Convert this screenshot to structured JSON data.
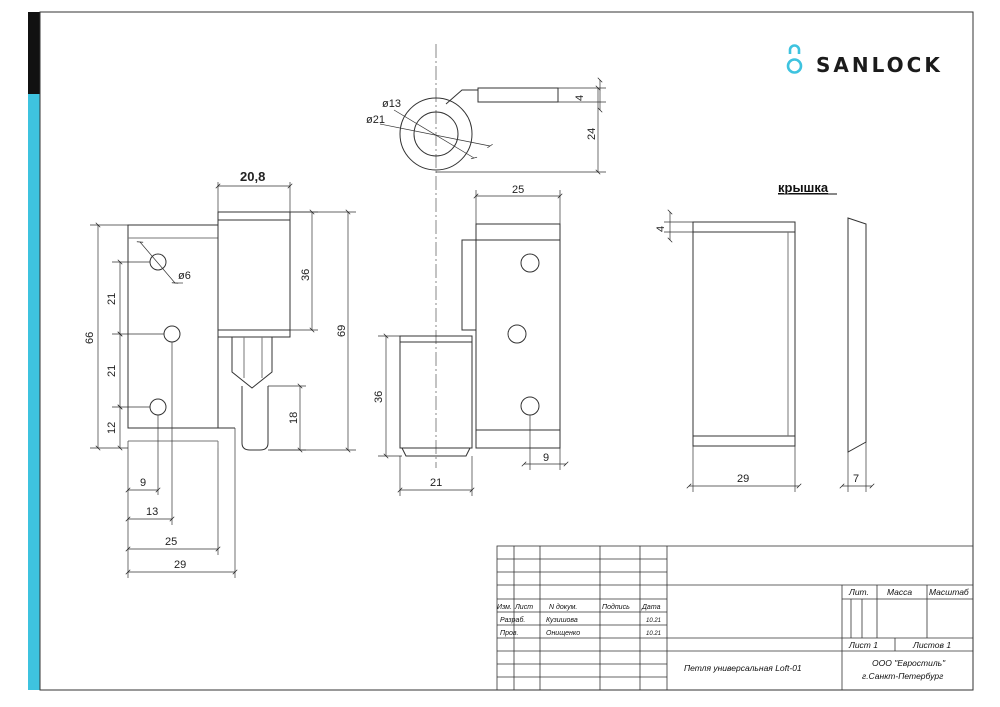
{
  "brand": {
    "name": "SANLOCK",
    "accent": "#3ec3df",
    "dark": "#111111"
  },
  "cover_title": "крышка",
  "dimensions": {
    "d20_8": "20,8",
    "d66": "66",
    "d21a": "21",
    "d21b": "21",
    "d12": "12",
    "d6": "ø6",
    "d9": "9",
    "d13": "13",
    "d25": "25",
    "d29": "29",
    "d36": "36",
    "d69": "69",
    "d18": "18",
    "d13top": "ø13",
    "d21top": "ø21",
    "d4": "4",
    "d24": "24",
    "d25mid": "25",
    "d36mid": "36",
    "d9mid": "9",
    "d21mid": "21",
    "d4cover": "4",
    "d29cover": "29",
    "d7": "7"
  },
  "title_block": {
    "header": [
      "Изм.",
      "Лист",
      "N докум.",
      "Подпись",
      "Дата"
    ],
    "rows": [
      {
        "role": "Разраб.",
        "name": "Кузишова",
        "date": "10.21"
      },
      {
        "role": "Пров.",
        "name": "Онищенко",
        "date": "10.21"
      }
    ],
    "lit": "Лит.",
    "mass": "Масса",
    "scale": "Масштаб",
    "sheet": "Лист 1",
    "sheets": "Листов 1",
    "product": "Петля универсальная Loft-01",
    "company": "ООО \"Евростиль\"",
    "city": "г.Санкт-Петербург"
  }
}
